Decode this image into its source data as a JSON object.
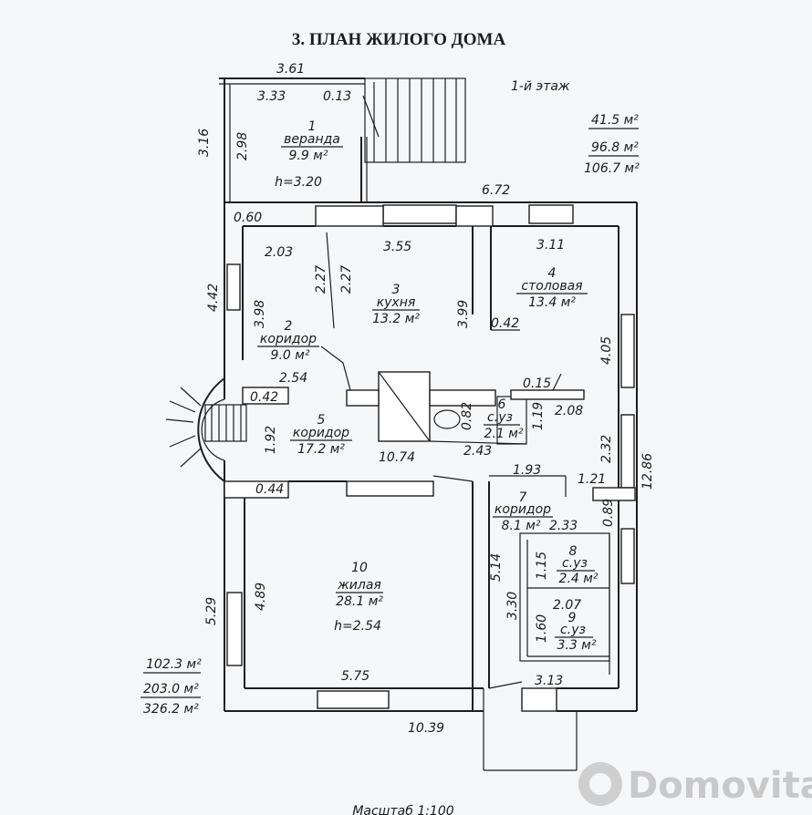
{
  "title": "3. ПЛАН ЖИЛОГО ДОМА",
  "floor_label": "1-й этаж",
  "floor_areas": [
    "41.5 м²",
    "96.8 м²",
    "106.7 м²"
  ],
  "total_areas": [
    "102.3 м²",
    "203.0 м²",
    "326.2 м²"
  ],
  "scale": "Масштаб 1:100",
  "watermark": "Domovita",
  "rooms": [
    {
      "num": "1",
      "name": "веранда",
      "area": "9.9 м²"
    },
    {
      "num": "2",
      "name": "коридор",
      "area": "9.0 м²"
    },
    {
      "num": "3",
      "name": "кухня",
      "area": "13.2 м²"
    },
    {
      "num": "4",
      "name": "столовая",
      "area": "13.4 м²"
    },
    {
      "num": "5",
      "name": "коридор",
      "area": "17.2 м²"
    },
    {
      "num": "6",
      "name": "с.уз",
      "area": "2.1 м²"
    },
    {
      "num": "7",
      "name": "коридор",
      "area": "8.1 м²"
    },
    {
      "num": "8",
      "name": "с.уз",
      "area": "2.4 м²"
    },
    {
      "num": "9",
      "name": "с.уз",
      "area": "3.3 м²"
    },
    {
      "num": "10",
      "name": "жилая",
      "area": "28.1 м²"
    }
  ],
  "heights": {
    "veranda": "h=3.20",
    "living": "h=2.54"
  },
  "dimensions": {
    "d_3_61": "3.61",
    "d_3_33": "3.33",
    "d_0_13": "0.13",
    "d_3_16": "3.16",
    "d_2_98": "2.98",
    "d_6_72": "6.72",
    "d_0_60": "0.60",
    "d_2_03": "2.03",
    "d_3_55": "3.55",
    "d_3_11": "3.11",
    "d_4_42": "4.42",
    "d_2_27a": "2.27",
    "d_2_27b": "2.27",
    "d_3_98": "3.98",
    "d_3_99": "3.99",
    "d_0_42a": "0.42",
    "d_4_05": "4.05",
    "d_2_54": "2.54",
    "d_0_42b": "0.42",
    "d_0_15": "0.15",
    "d_2_08": "2.08",
    "d_0_82": "0.82",
    "d_1_19": "1.19",
    "d_2_43": "2.43",
    "d_1_92": "1.92",
    "d_10_74": "10.74",
    "d_2_32": "2.32",
    "d_12_86": "12.86",
    "d_1_93": "1.93",
    "d_1_21": "1.21",
    "d_0_44": "0.44",
    "d_0_89": "0.89",
    "d_2_33": "2.33",
    "d_5_14": "5.14",
    "d_1_15": "1.15",
    "d_4_89": "4.89",
    "d_5_29": "5.29",
    "d_3_30": "3.30",
    "d_2_07": "2.07",
    "d_1_60": "1.60",
    "d_5_75": "5.75",
    "d_3_13": "3.13",
    "d_10_39": "10.39"
  }
}
